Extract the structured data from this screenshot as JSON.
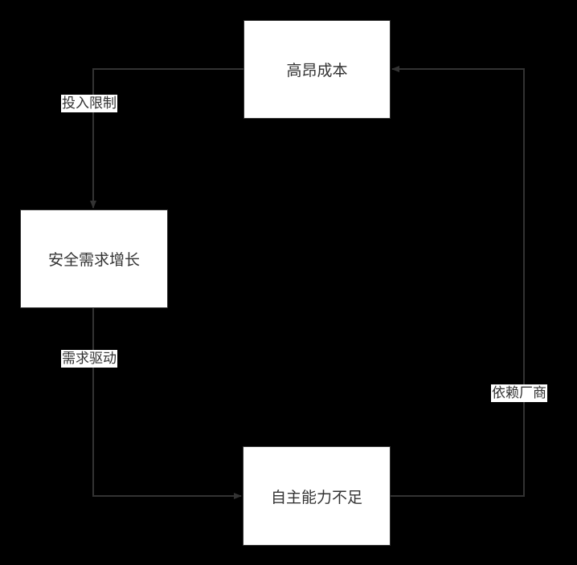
{
  "nodes": {
    "high_cost": "高昂成本",
    "security_demand": "安全需求增长",
    "lack_autonomy": "自主能力不足"
  },
  "edges": {
    "investment_limit": "投入限制",
    "demand_driven": "需求驱动",
    "vendor_dependency": "依赖厂商"
  },
  "colors": {
    "background": "#000000",
    "node_fill": "#ffffff",
    "stroke": "#333333",
    "text": "#333333"
  }
}
